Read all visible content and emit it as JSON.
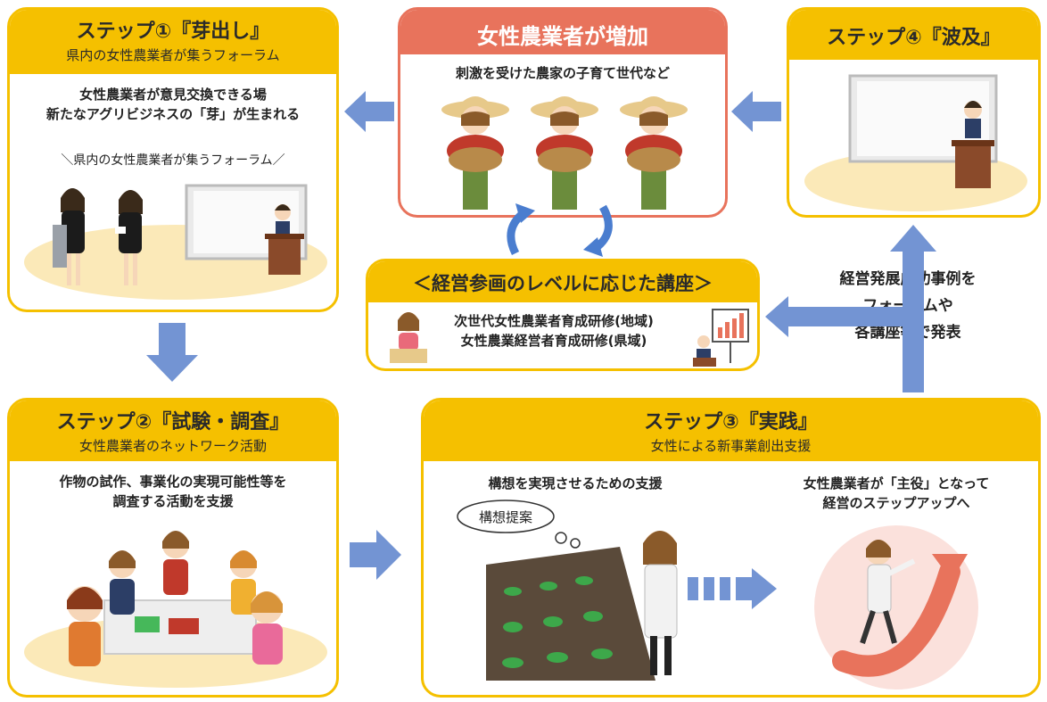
{
  "step1": {
    "title": "ステップ①『芽出し』",
    "subtitle": "県内の女性農業者が集うフォーラム",
    "line1": "女性農業者が意見交換できる場",
    "line2": "新たなアグリビジネスの「芽」が生まれる",
    "forum": "＼県内の女性農業者が集うフォーラム／"
  },
  "increase": {
    "title": "女性農業者が増加",
    "subtitle": "刺激を受けた農家の子育て世代など"
  },
  "step4": {
    "title": "ステップ④『波及』"
  },
  "course": {
    "title": "＜経営参画のレベルに応じた講座＞",
    "line1": "次世代女性農業者育成研修(地域)",
    "line2": "女性農業経営者育成研修(県域)"
  },
  "side_note": {
    "line1": "経営発展成功事例を",
    "line2": "フォーラムや",
    "line3": "各講座等で発表"
  },
  "step2": {
    "title": "ステップ②『試験・調査』",
    "subtitle": "女性農業者のネットワーク活動",
    "line1": "作物の試作、事業化の実現可能性等を",
    "line2": "調査する活動を支援"
  },
  "step3": {
    "title": "ステップ③『実践』",
    "subtitle": "女性による新事業創出支援",
    "left_label": "構想を実現させるための支援",
    "bubble": "構想提案",
    "right_line1": "女性農業者が「主役」となって",
    "right_line2": "経営のステップアップへ"
  },
  "colors": {
    "header_yellow": "#f5c000",
    "header_red": "#e8735c",
    "arrow_blue": "#7394d3"
  }
}
